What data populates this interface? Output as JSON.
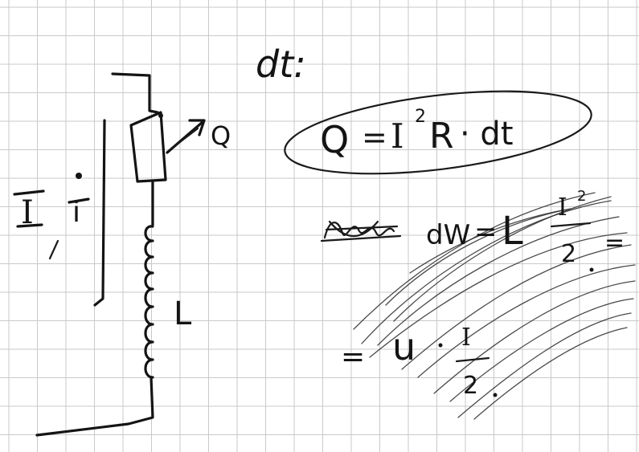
{
  "grid": {
    "line_color": "#c9c9c9",
    "paper_color": "#ffffff",
    "ink_color": "#141414"
  },
  "header": {
    "dt": "dt:"
  },
  "circuit": {
    "current_upper": "I",
    "current_lower": "i",
    "heat_label": "Q",
    "inductor_label": "L"
  },
  "formula": {
    "Q": "Q",
    "eq": "=",
    "I": "I",
    "sup": "2",
    "R": "R",
    "dot_dt": "· dt"
  },
  "energy": {
    "lhs": "dW",
    "eq1": "=",
    "L": "L",
    "frac1_num": "I",
    "frac1_sup": "2",
    "frac1_den": "2",
    "eq2": "=",
    "u": "u",
    "frac2_num": "I",
    "frac2_den": "2"
  }
}
